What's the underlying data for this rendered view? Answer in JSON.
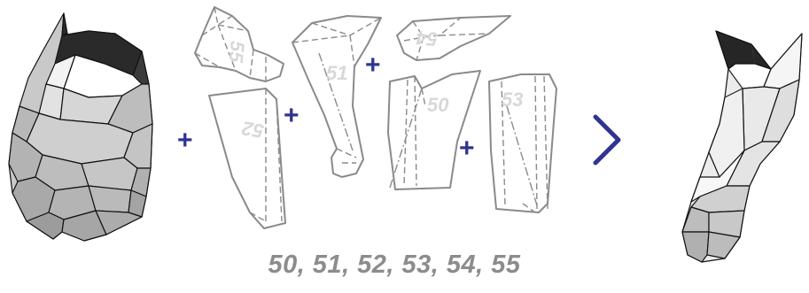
{
  "pieces": [
    {
      "number": "55"
    },
    {
      "number": "52"
    },
    {
      "number": "51"
    },
    {
      "number": "54"
    },
    {
      "number": "50"
    },
    {
      "number": "53"
    }
  ],
  "plus_sign": "+",
  "caption": "50, 51, 52, 53, 54, 55",
  "colors": {
    "accent": "#2f3491",
    "outline_gray": "#8a8a8a",
    "caption_gray": "#8c8c8c",
    "number_gray": "#d8d8d8"
  },
  "icons": [
    "chevron-right-icon",
    "plus-icon"
  ]
}
